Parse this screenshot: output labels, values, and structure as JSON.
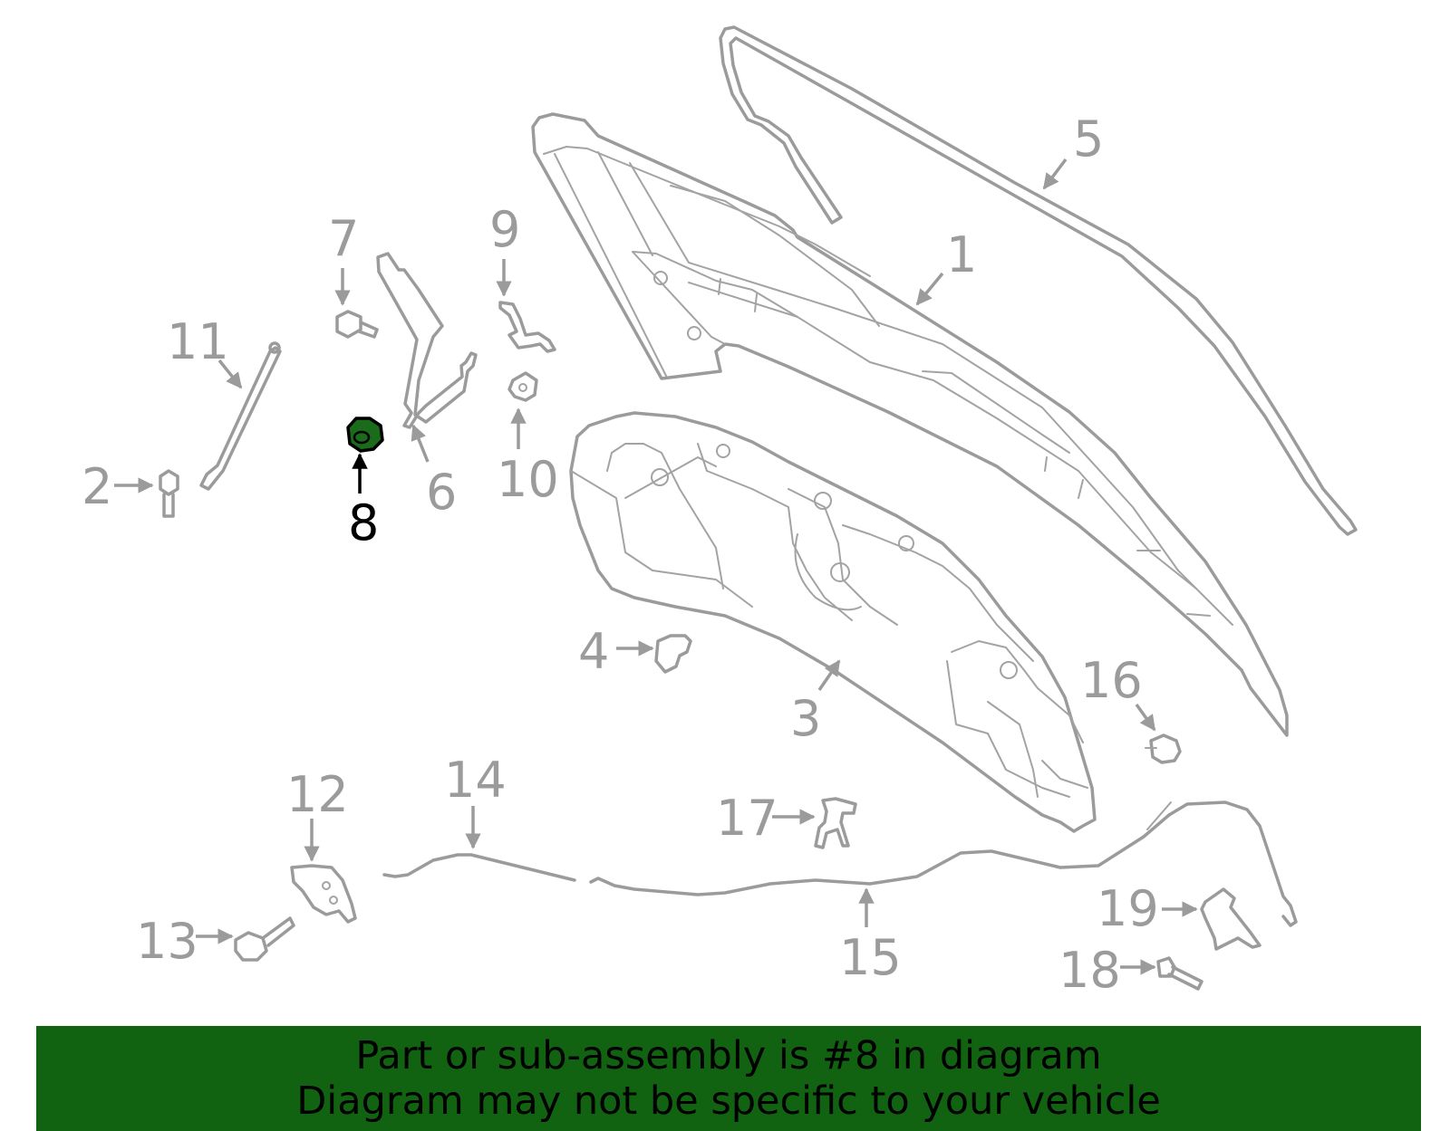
{
  "banner": {
    "line1": "Part or sub-assembly is #8 in diagram",
    "line2": "Diagram may not be specific to your vehicle",
    "background_color": "#116211"
  },
  "highlight": {
    "callout": "8",
    "part_fill_color": "#1a6b1a",
    "label_color": "#000000"
  },
  "part_line_color": "#9b9b9b",
  "callouts": {
    "c1": "1",
    "c2": "2",
    "c3": "3",
    "c4": "4",
    "c5": "5",
    "c6": "6",
    "c7": "7",
    "c8": "8",
    "c9": "9",
    "c10": "10",
    "c11": "11",
    "c12": "12",
    "c13": "13",
    "c14": "14",
    "c15": "15",
    "c16": "16",
    "c17": "17",
    "c18": "18",
    "c19": "19"
  }
}
